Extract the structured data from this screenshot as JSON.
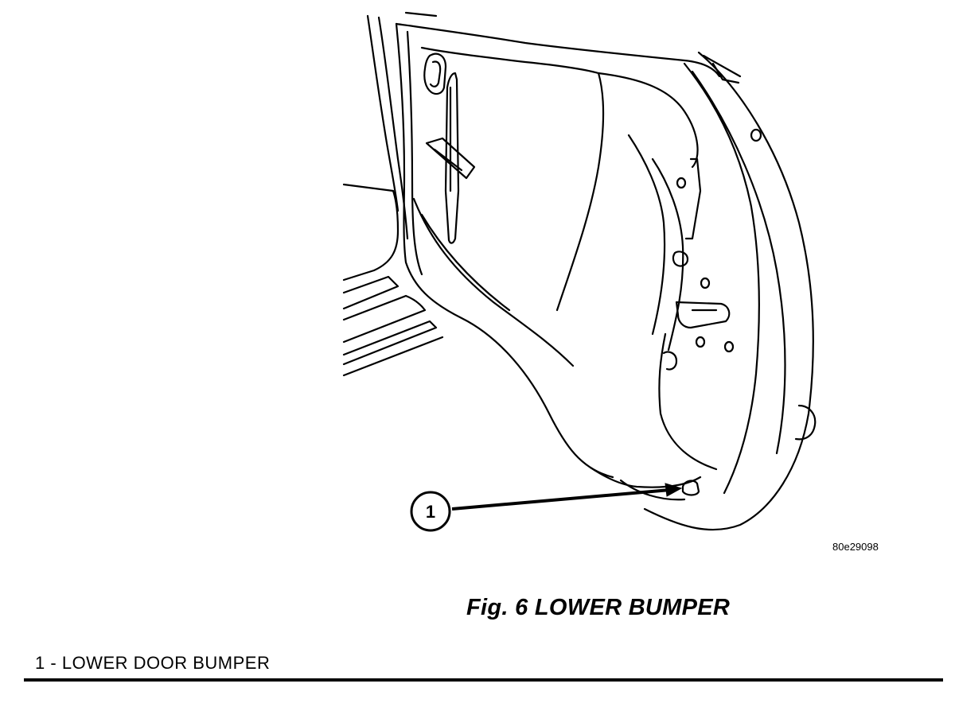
{
  "callout": {
    "number": "1"
  },
  "figure_id": "80e29098",
  "caption": {
    "prefix": "Fig.",
    "number": "6",
    "title": "LOWER BUMPER"
  },
  "legend": [
    {
      "number": "1",
      "separator": "-",
      "label": "LOWER DOOR BUMPER"
    }
  ]
}
